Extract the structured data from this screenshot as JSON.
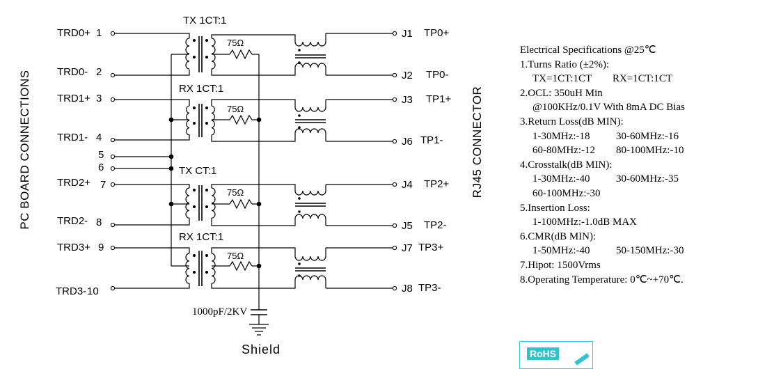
{
  "left_title": "PC BOARD CONNECTIONS",
  "right_title": "RJ45 CONNECTOR",
  "pins_left": [
    {
      "name": "TRD0+",
      "num": "1"
    },
    {
      "name": "TRD0-",
      "num": "2"
    },
    {
      "name": "TRD1+",
      "num": "3"
    },
    {
      "name": "TRD1-",
      "num": "4"
    },
    {
      "name": "",
      "num": "5"
    },
    {
      "name": "",
      "num": "6"
    },
    {
      "name": "TRD2+",
      "num": "7"
    },
    {
      "name": "TRD2-",
      "num": "8"
    },
    {
      "name": "TRD3+",
      "num": "9"
    },
    {
      "name": "TRD3-",
      "num": "10"
    }
  ],
  "pins_right": [
    {
      "pin": "J1",
      "name": "TP0+"
    },
    {
      "pin": "J2",
      "name": "TP0-"
    },
    {
      "pin": "J3",
      "name": "TP1+"
    },
    {
      "pin": "J6",
      "name": "TP1-"
    },
    {
      "pin": "J4",
      "name": "TP2+"
    },
    {
      "pin": "J5",
      "name": "TP2-"
    },
    {
      "pin": "J7",
      "name": "TP3+"
    },
    {
      "pin": "J8",
      "name": "TP3-"
    }
  ],
  "transformers": [
    "TX 1CT:1",
    "RX 1CT:1",
    "TX CT:1",
    "RX 1CT:1"
  ],
  "resistor_value": "75Ω",
  "capacitor": "1000pF/2KV",
  "shield": "Shield",
  "specs": {
    "title": "Electrical Specifications @25℃",
    "lines": [
      {
        "text": "1.Turns Ratio (±2%):",
        "indent": false
      },
      {
        "text": "TX=1CT:1CT        RX=1CT:1CT",
        "indent": true
      },
      {
        "text": "2.OCL: 350uH Min",
        "indent": false
      },
      {
        "text": "@100KHz/0.1V With 8mA DC Bias",
        "indent": true
      },
      {
        "text": "3.Return Loss(dB MIN):",
        "indent": false
      },
      {
        "text": "1-30MHz:-18          30-60MHz:-16",
        "indent": true
      },
      {
        "text": "60-80MHz:-12        80-100MHz:-10",
        "indent": true
      },
      {
        "text": "4.Crosstalk(dB MIN):",
        "indent": false
      },
      {
        "text": "1-30MHz:-40          30-60MHz:-35",
        "indent": true
      },
      {
        "text": "60-100MHz:-30",
        "indent": true
      },
      {
        "text": "5.Insertion Loss:",
        "indent": false
      },
      {
        "text": "1-100MHz:-1.0dB MAX",
        "indent": true
      },
      {
        "text": "6.CMR(dB MIN):",
        "indent": false
      },
      {
        "text": "1-50MHz:-40          50-150MHz:-30",
        "indent": true
      },
      {
        "text": "7.Hipot: 1500Vrms",
        "indent": false
      },
      {
        "text": "8.Operating Temperature: 0℃~+70℃.",
        "indent": false
      }
    ]
  },
  "rohs": "RoHS"
}
